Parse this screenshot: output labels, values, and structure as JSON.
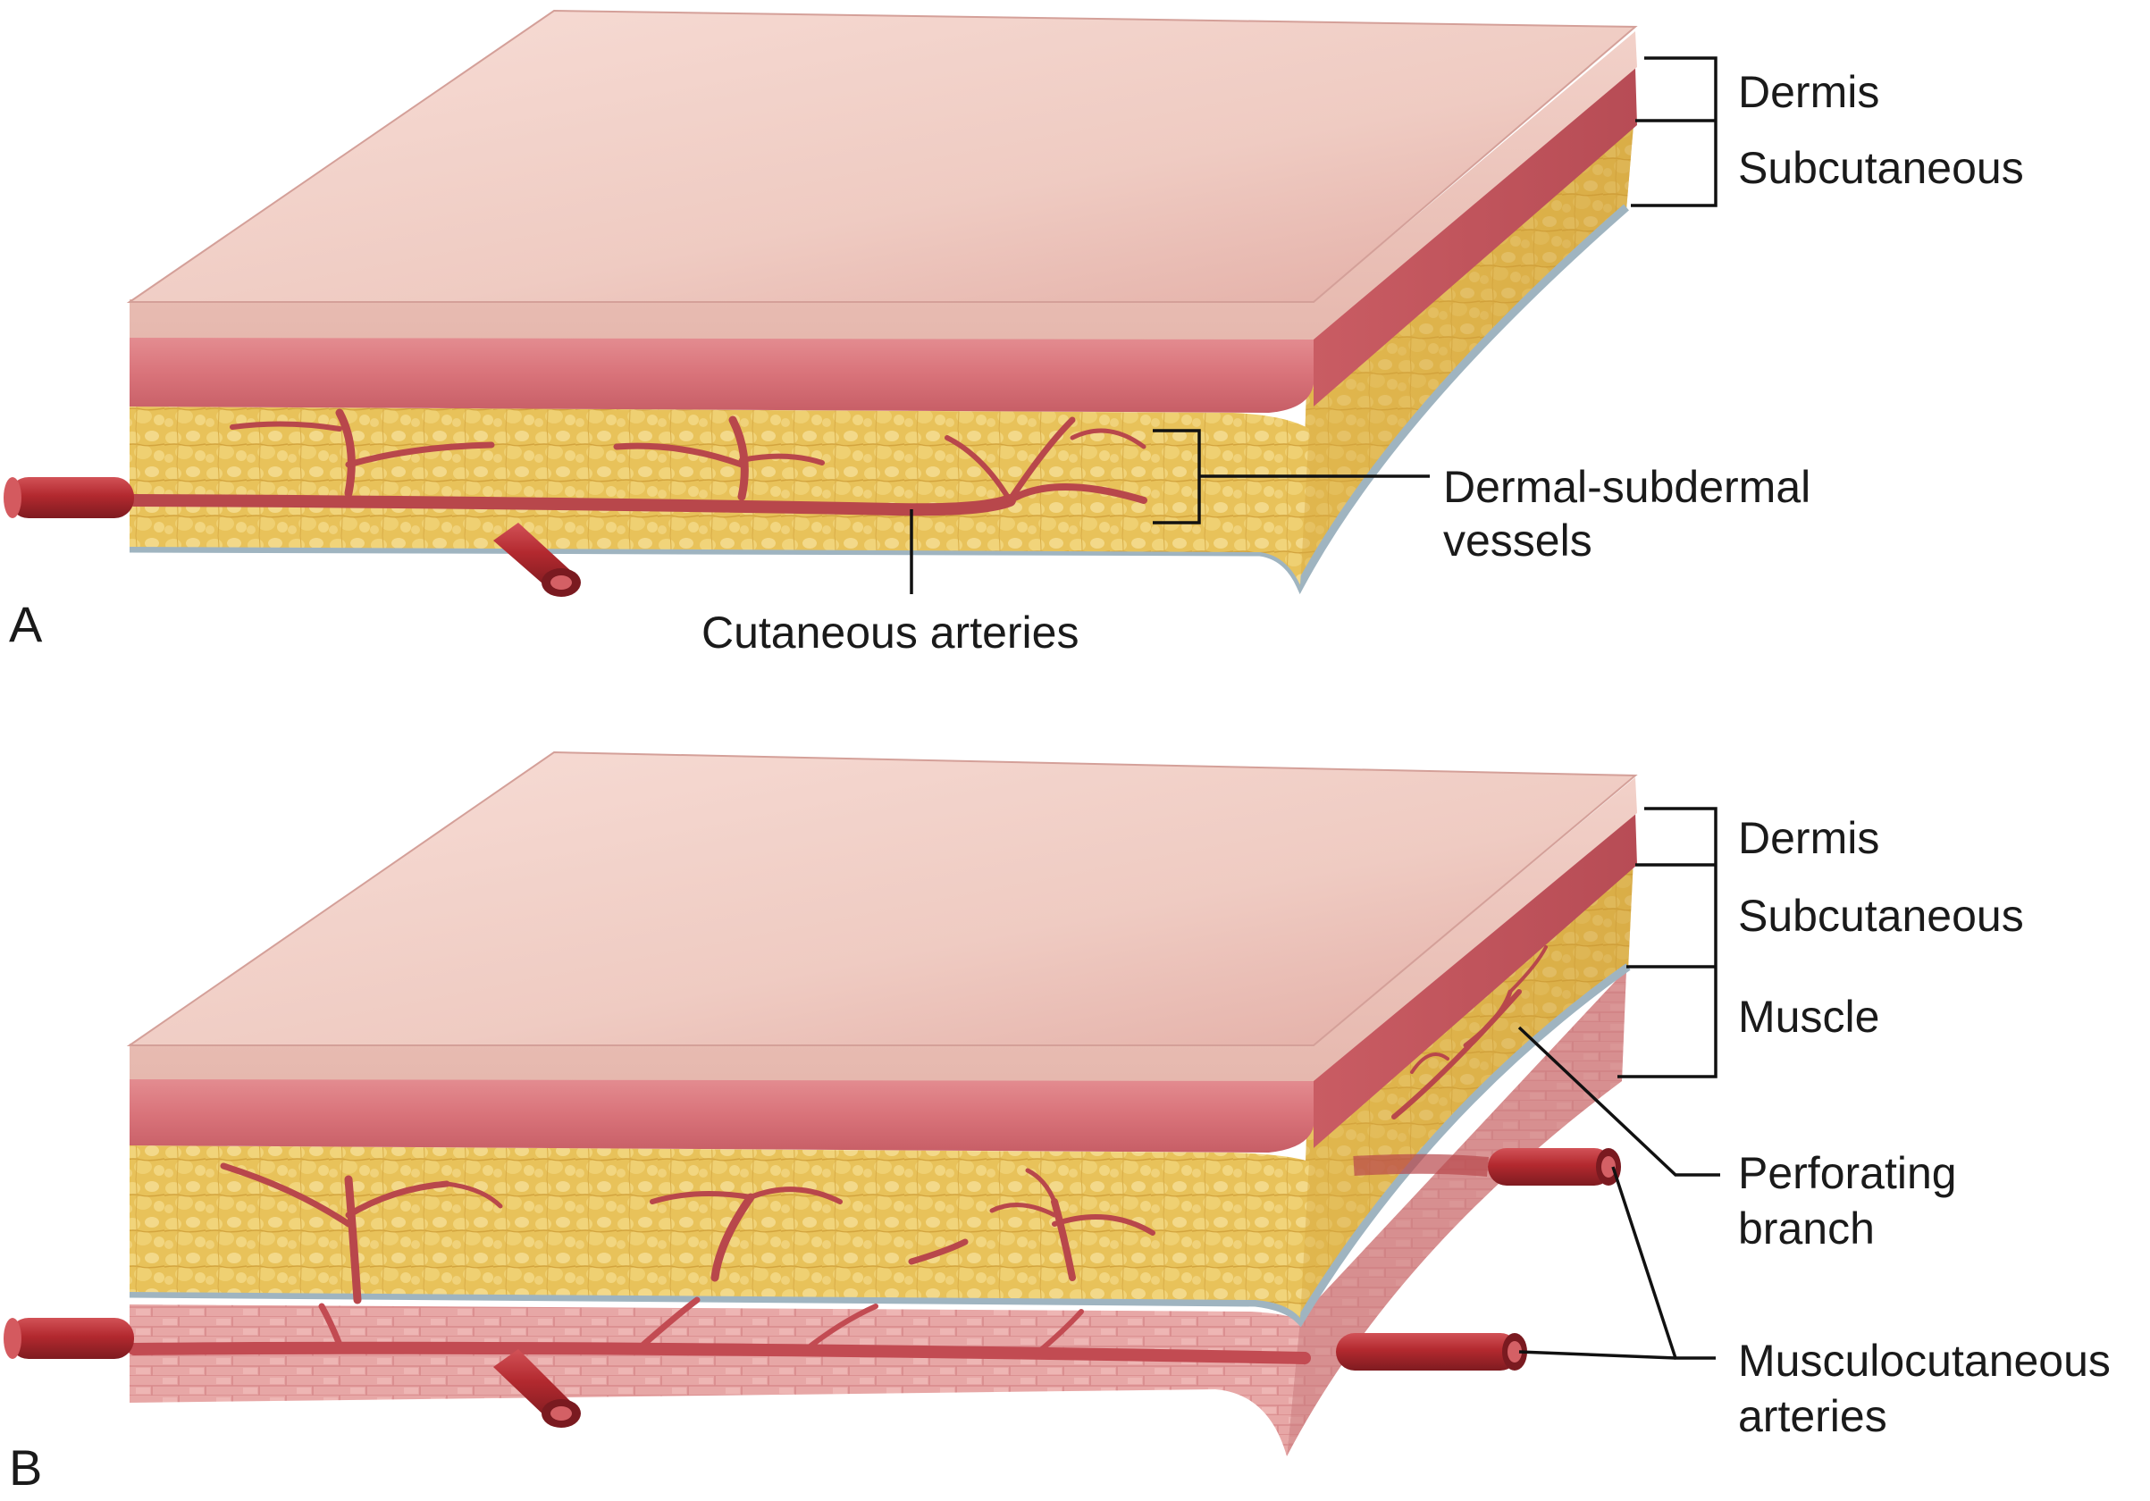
{
  "panel_a": {
    "letter": "A",
    "labels": {
      "dermis": "Dermis",
      "subcutaneous": "Subcutaneous",
      "dermal_subdermal_1": "Dermal-subdermal",
      "dermal_subdermal_2": "vessels",
      "cutaneous_arteries": "Cutaneous arteries"
    }
  },
  "panel_b": {
    "letter": "B",
    "labels": {
      "dermis": "Dermis",
      "subcutaneous": "Subcutaneous",
      "muscle": "Muscle",
      "perforating_1": "Perforating",
      "perforating_2": "branch",
      "musculocutaneous_1": "Musculocutaneous",
      "musculocutaneous_2": "arteries"
    }
  },
  "colors": {
    "skin_top": "#f0cfc6",
    "dermis": "#d9787e",
    "fat": "#e8c25a",
    "muscle": "#e6a3a3",
    "vessel": "#b83a3f",
    "fascia": "#9fb4c0"
  }
}
